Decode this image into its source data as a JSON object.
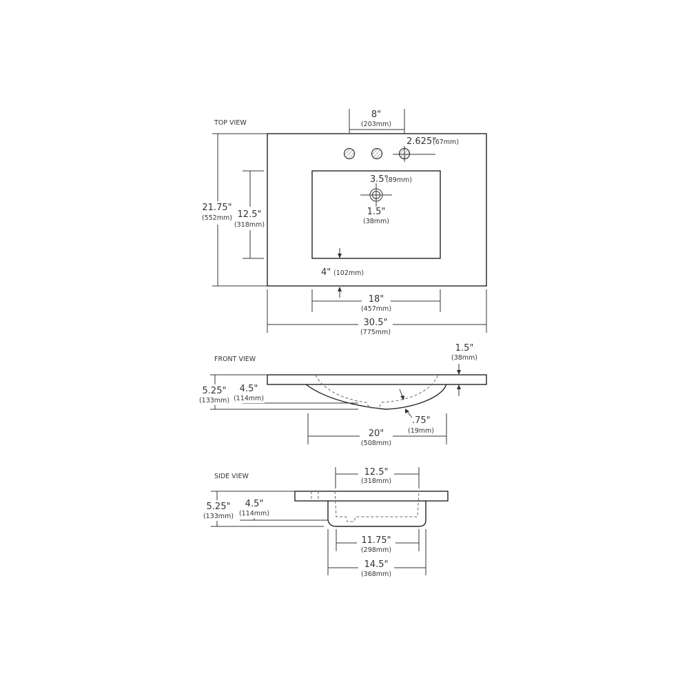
{
  "top_view": {
    "label": "TOP VIEW",
    "faucet_spread": {
      "value": "8\"",
      "mm": "(203mm)"
    },
    "hole_offset": {
      "value": "2.625\"",
      "mm": "(67mm)"
    },
    "drain_offset": {
      "value": "3.5\"",
      "mm": "(89mm)"
    },
    "drain_diameter": {
      "value": "1.5\"",
      "mm": "(38mm)"
    },
    "overall_depth": {
      "value": "21.75\"",
      "mm": "(552mm)"
    },
    "bowl_depth": {
      "value": "12.5\"",
      "mm": "(318mm)"
    },
    "front_offset": {
      "value": "4\"",
      "mm": "(102mm)"
    },
    "bowl_width": {
      "value": "18\"",
      "mm": "(457mm)"
    },
    "overall_width": {
      "value": "30.5\"",
      "mm": "(775mm)"
    }
  },
  "front_view": {
    "label": "FRONT VIEW",
    "deck_thickness": {
      "value": "1.5\"",
      "mm": "(38mm)"
    },
    "overall_height": {
      "value": "5.25\"",
      "mm": "(133mm)"
    },
    "bowl_height": {
      "value": "4.5\"",
      "mm": "(114mm)"
    },
    "wall_thickness": {
      "value": ".75\"",
      "mm": "(19mm)"
    },
    "bowl_width": {
      "value": "20\"",
      "mm": "(508mm)"
    }
  },
  "side_view": {
    "label": "SIDE VIEW",
    "inner_top_width": {
      "value": "12.5\"",
      "mm": "(318mm)"
    },
    "overall_height": {
      "value": "5.25\"",
      "mm": "(133mm)"
    },
    "bowl_height": {
      "value": "4.5\"",
      "mm": "(114mm)"
    },
    "inner_bottom_width": {
      "value": "11.75\"",
      "mm": "(298mm)"
    },
    "outer_width": {
      "value": "14.5\"",
      "mm": "(368mm)"
    }
  }
}
